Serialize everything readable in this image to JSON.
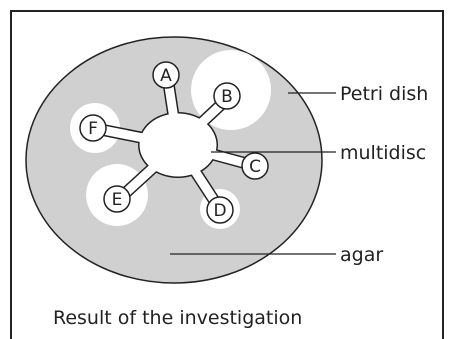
{
  "diagram": {
    "labels": {
      "petri_dish": "Petri dish",
      "multidisc": "multidisc",
      "agar": "agar"
    },
    "caption": "Result of the investigation",
    "discs": [
      {
        "letter": "A",
        "inhibition_zone": false
      },
      {
        "letter": "B",
        "inhibition_zone": true
      },
      {
        "letter": "C",
        "inhibition_zone": false
      },
      {
        "letter": "D",
        "inhibition_zone": true
      },
      {
        "letter": "E",
        "inhibition_zone": true
      },
      {
        "letter": "F",
        "inhibition_zone": true
      }
    ],
    "colors": {
      "agar": "#d0d0d0",
      "inhibition_zone": "#ffffff",
      "outline": "#222222"
    }
  }
}
